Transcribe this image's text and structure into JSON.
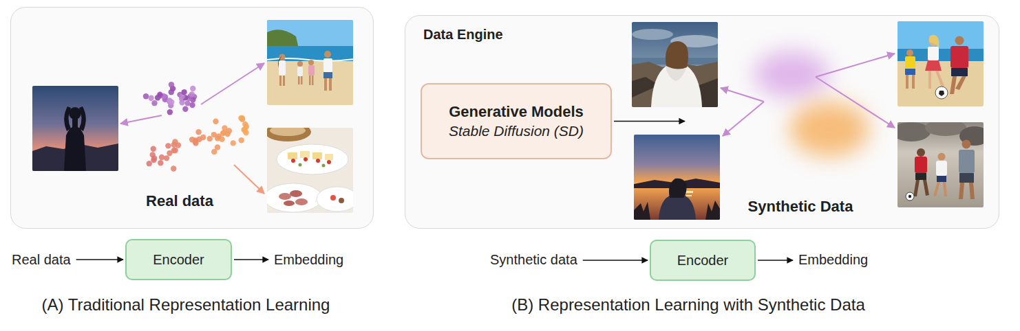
{
  "diagram": {
    "nodes": [
      {
        "text": [
          "Real data"
        ]
      },
      {
        "text": [
          "Data Engine",
          "Synthetic Data"
        ]
      },
      {
        "text": [
          "Generative Models",
          "Stable Diffusion (SD)"
        ],
        "in": 1
      },
      {
        "text": [
          "Encoder"
        ]
      },
      {
        "text": [
          "Encoder"
        ]
      }
    ],
    "labels": [
      "Real data",
      "Embedding",
      "(A) Traditional Representation Learning",
      "Synthetic data",
      "Embedding",
      "(B) Representation Learning with Synthetic Data"
    ]
  }
}
